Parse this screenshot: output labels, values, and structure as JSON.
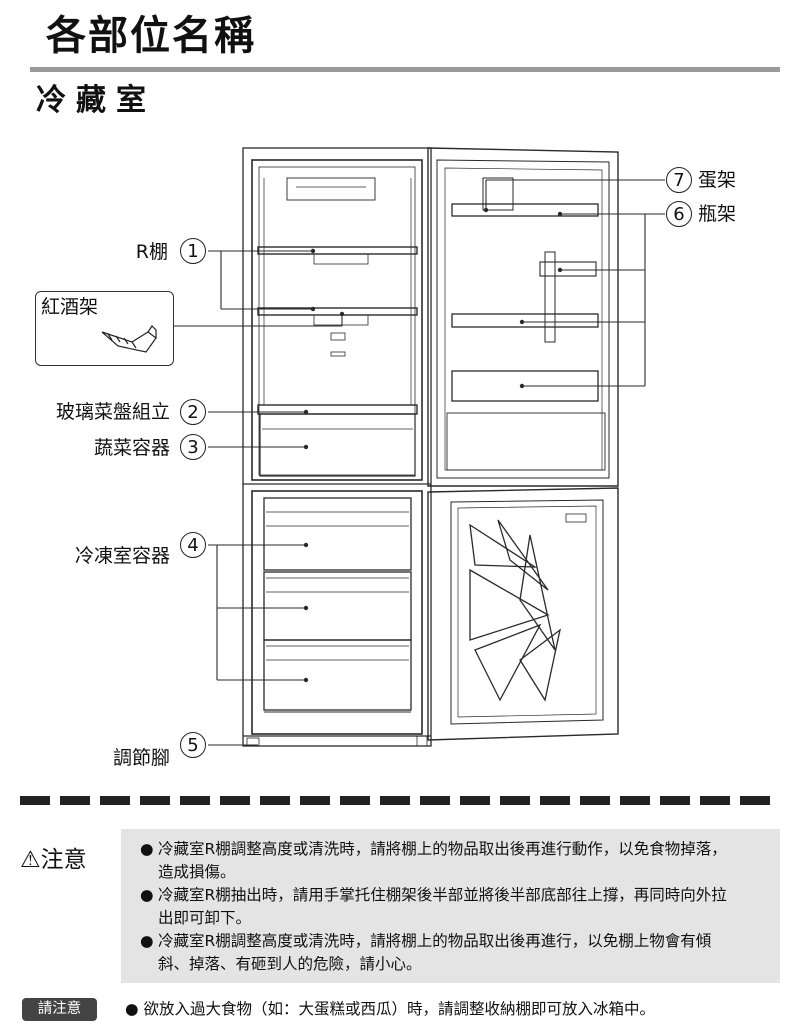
{
  "page": {
    "title": "各部位名稱",
    "section": "冷藏室"
  },
  "labels": {
    "r_shelf": "R棚",
    "wine_rack": "紅酒架",
    "glass_tray": "玻璃菜盤組立",
    "vegetable_box": "蔬菜容器",
    "freezer_box": "冷凍室容器",
    "adjust_foot": "調節腳",
    "egg_rack": "蛋架",
    "bottle_rack": "瓶架"
  },
  "numbers": {
    "n1": "1",
    "n2": "2",
    "n3": "3",
    "n4": "4",
    "n5": "5",
    "n6": "6",
    "n7": "7"
  },
  "caution": {
    "triangle": "⚠",
    "title": "注意",
    "items": [
      "冷藏室R棚調整高度或清洗時，請將棚上的物品取出後再進行動作，以免食物掉落，造成損傷。",
      "冷藏室R棚抽出時，請用手掌托住棚架後半部並將後半部底部往上撐，再同時向外拉出即可卸下。",
      "冷藏室R棚調整高度或清洗時，請將棚上的物品取出後再進行，以免棚上物會有傾斜、掉落、有砸到人的危險，請小心。"
    ]
  },
  "notice": {
    "badge": "請注意",
    "text": "● 欲放入過大食物（如：大蛋糕或西瓜）時，請調整收納棚即可放入冰箱中。"
  },
  "colors": {
    "rule": "#9a9a9a",
    "panel": "#e4e4e4",
    "badge": "#444444"
  }
}
